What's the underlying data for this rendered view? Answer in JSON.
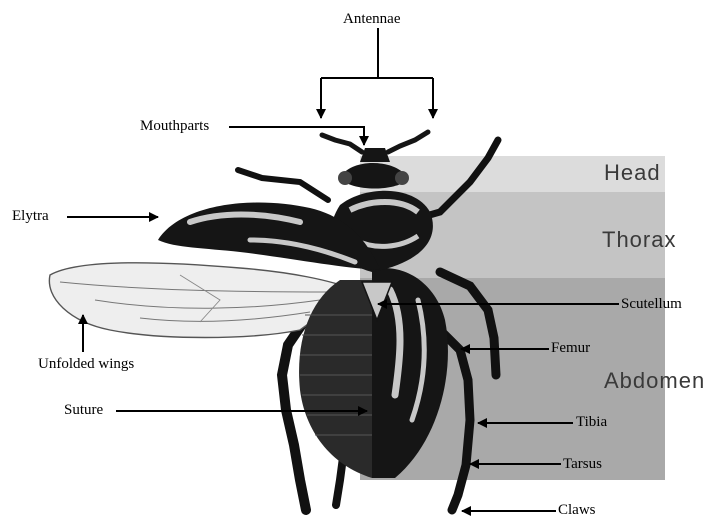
{
  "labels": {
    "antennae": "Antennae",
    "mouthparts": "Mouthparts",
    "elytra": "Elytra",
    "unfolded_wings": "Unfolded wings",
    "suture": "Suture",
    "scutellum": "Scutellum",
    "femur": "Femur",
    "tibia": "Tibia",
    "tarsus": "Tarsus",
    "claws": "Claws"
  },
  "regions": {
    "head": "Head",
    "thorax": "Thorax",
    "abdomen": "Abdomen"
  },
  "colors": {
    "head_band": "#dcdcdc",
    "thorax_band": "#c4c4c4",
    "abdomen_band": "#a9a9a9",
    "beetle_dark": "#151515",
    "beetle_highlight": "#c8c8c8",
    "wing": "#eeeeee"
  }
}
